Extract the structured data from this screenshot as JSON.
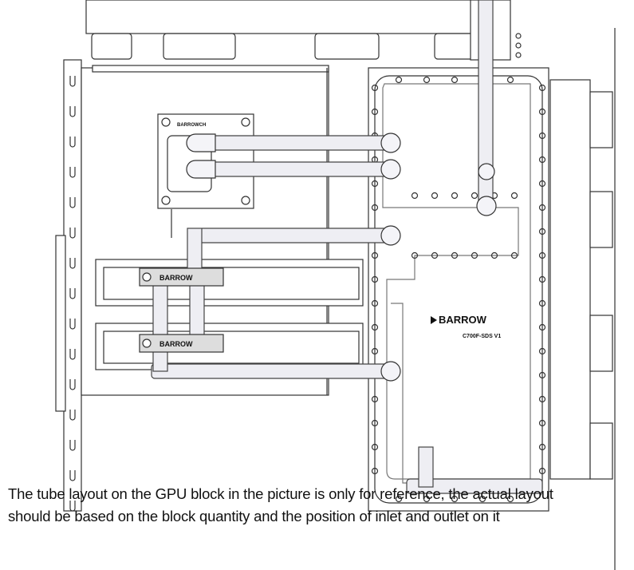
{
  "diagram": {
    "distro_plate_brand": "BARROW",
    "distro_plate_model": "C700F-SDS V1",
    "gpu_block_brand": "BARROW",
    "cpu_block_brand": "BARROWCH"
  },
  "caption": {
    "line1": "The tube layout on the GPU block in the picture is only for reference, the actual layout",
    "line2": "should be based on the block quantity and the position of inlet and outlet on it"
  },
  "colors": {
    "line": "#333333",
    "tube": "#e6e6ee",
    "fill": "#ffffff"
  }
}
